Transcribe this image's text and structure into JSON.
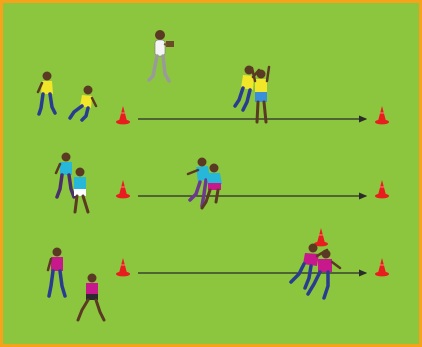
{
  "diagram": {
    "field_color": "#8cc63f",
    "border_color": "#f7a21b",
    "line_color": "#2b2b2b",
    "cone_color": "#e81e1e",
    "lanes": [
      {
        "name": "lane-1",
        "team_color": "#f2e629",
        "team_icon": "yellow-shirt-player-icon"
      },
      {
        "name": "lane-2",
        "team_color": "#27b7d8",
        "team_icon": "cyan-shirt-player-icon"
      },
      {
        "name": "lane-3",
        "team_color": "#c8198c",
        "team_icon": "magenta-shirt-player-icon"
      }
    ],
    "coach_icon": "coach-with-clipboard-icon"
  }
}
